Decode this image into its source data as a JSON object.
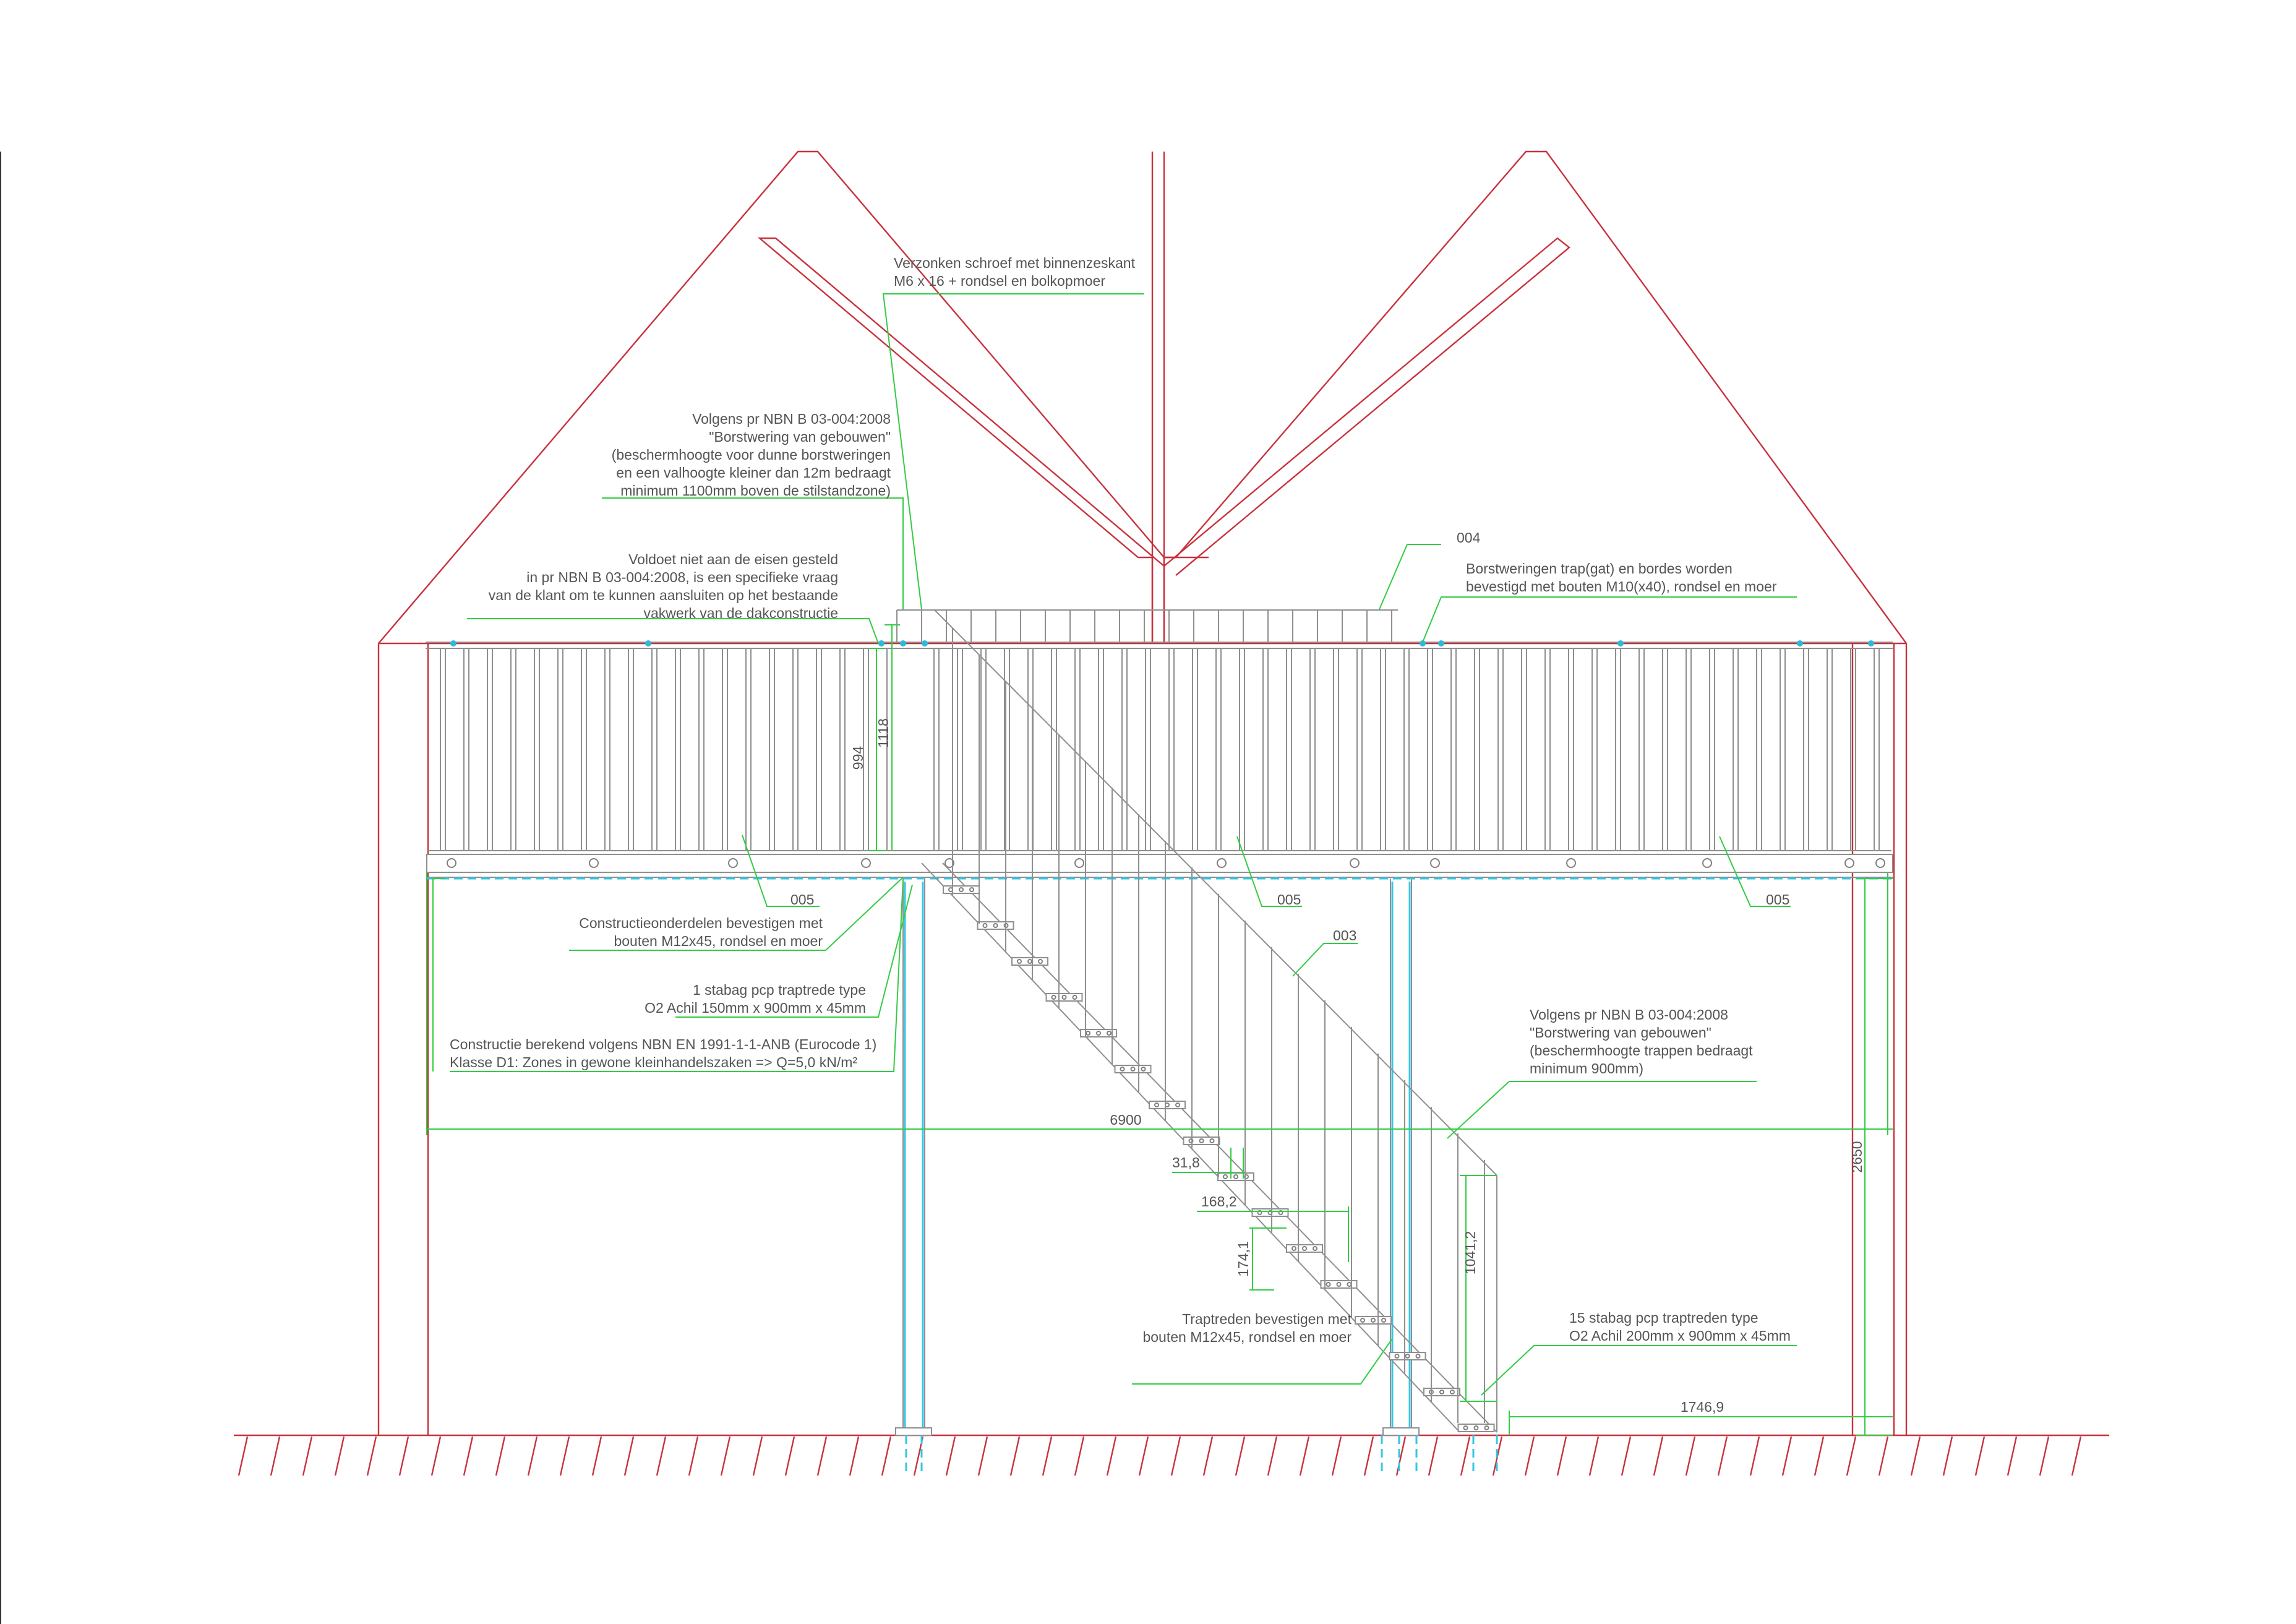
{
  "annotations": {
    "screw": [
      "Verzonken schroef met binnenzeskant",
      "M6 x 16 + rondsel en bolkopmoer"
    ],
    "norm_guard": [
      "Volgens pr NBN B 03-004:2008",
      "\"Borstwering van gebouwen\"",
      "(beschermhoogte voor dunne borstweringen",
      "en een valhoogte kleiner dan 12m bedraagt",
      "minimum 1100mm boven de stilstandzone)"
    ],
    "noncompliant": [
      "Voldoet niet aan de eisen gesteld",
      "in pr NBN B 03-004:2008, is een specifieke vraag",
      "van de klant om te kunnen aansluiten op het bestaande",
      "vakwerk van de dakconstructie"
    ],
    "tag_004": "004",
    "railings_fix": [
      "Borstweringen trap(gat) en bordes worden",
      "bevestigd met bouten M10(x40), rondsel en moer"
    ],
    "tag_005": "005",
    "tag_003": "003",
    "construct_fix": [
      "Constructieonderdelen bevestigen met",
      "bouten M12x45, rondsel en moer"
    ],
    "tread_1": [
      "1 stabag pcp traptrede type",
      "O2 Achil 150mm x 900mm x 45mm"
    ],
    "calc": [
      "Constructie berekend volgens NBN EN 1991-1-1-ANB (Eurocode 1)",
      "Klasse D1: Zones in gewone kleinhandelszaken => Q=5,0 kN/m²"
    ],
    "norm_stairs": [
      "Volgens pr NBN B 03-004:2008",
      "\"Borstwering van gebouwen\"",
      "(beschermhoogte trappen bedraagt",
      "minimum 900mm)"
    ],
    "treads_fix": [
      "Traptreden bevestigen met",
      "bouten M12x45, rondsel en moer"
    ],
    "treads_15": [
      "15 stabag pcp traptreden type",
      "O2 Achil 200mm x 900mm x 45mm"
    ]
  },
  "dimensions": {
    "d994": "994",
    "d1118": "1118",
    "d6900": "6900",
    "d31_8": "31,8",
    "d168_2": "168,2",
    "d174_1": "174,1",
    "d1041_2": "1041,2",
    "d2650": "2650",
    "d1746_9": "1746,9"
  },
  "colors": {
    "structure": "#c8323c",
    "steel": "#8f8f8f",
    "leader": "#33cc44",
    "fixing": "#33c6e6"
  }
}
